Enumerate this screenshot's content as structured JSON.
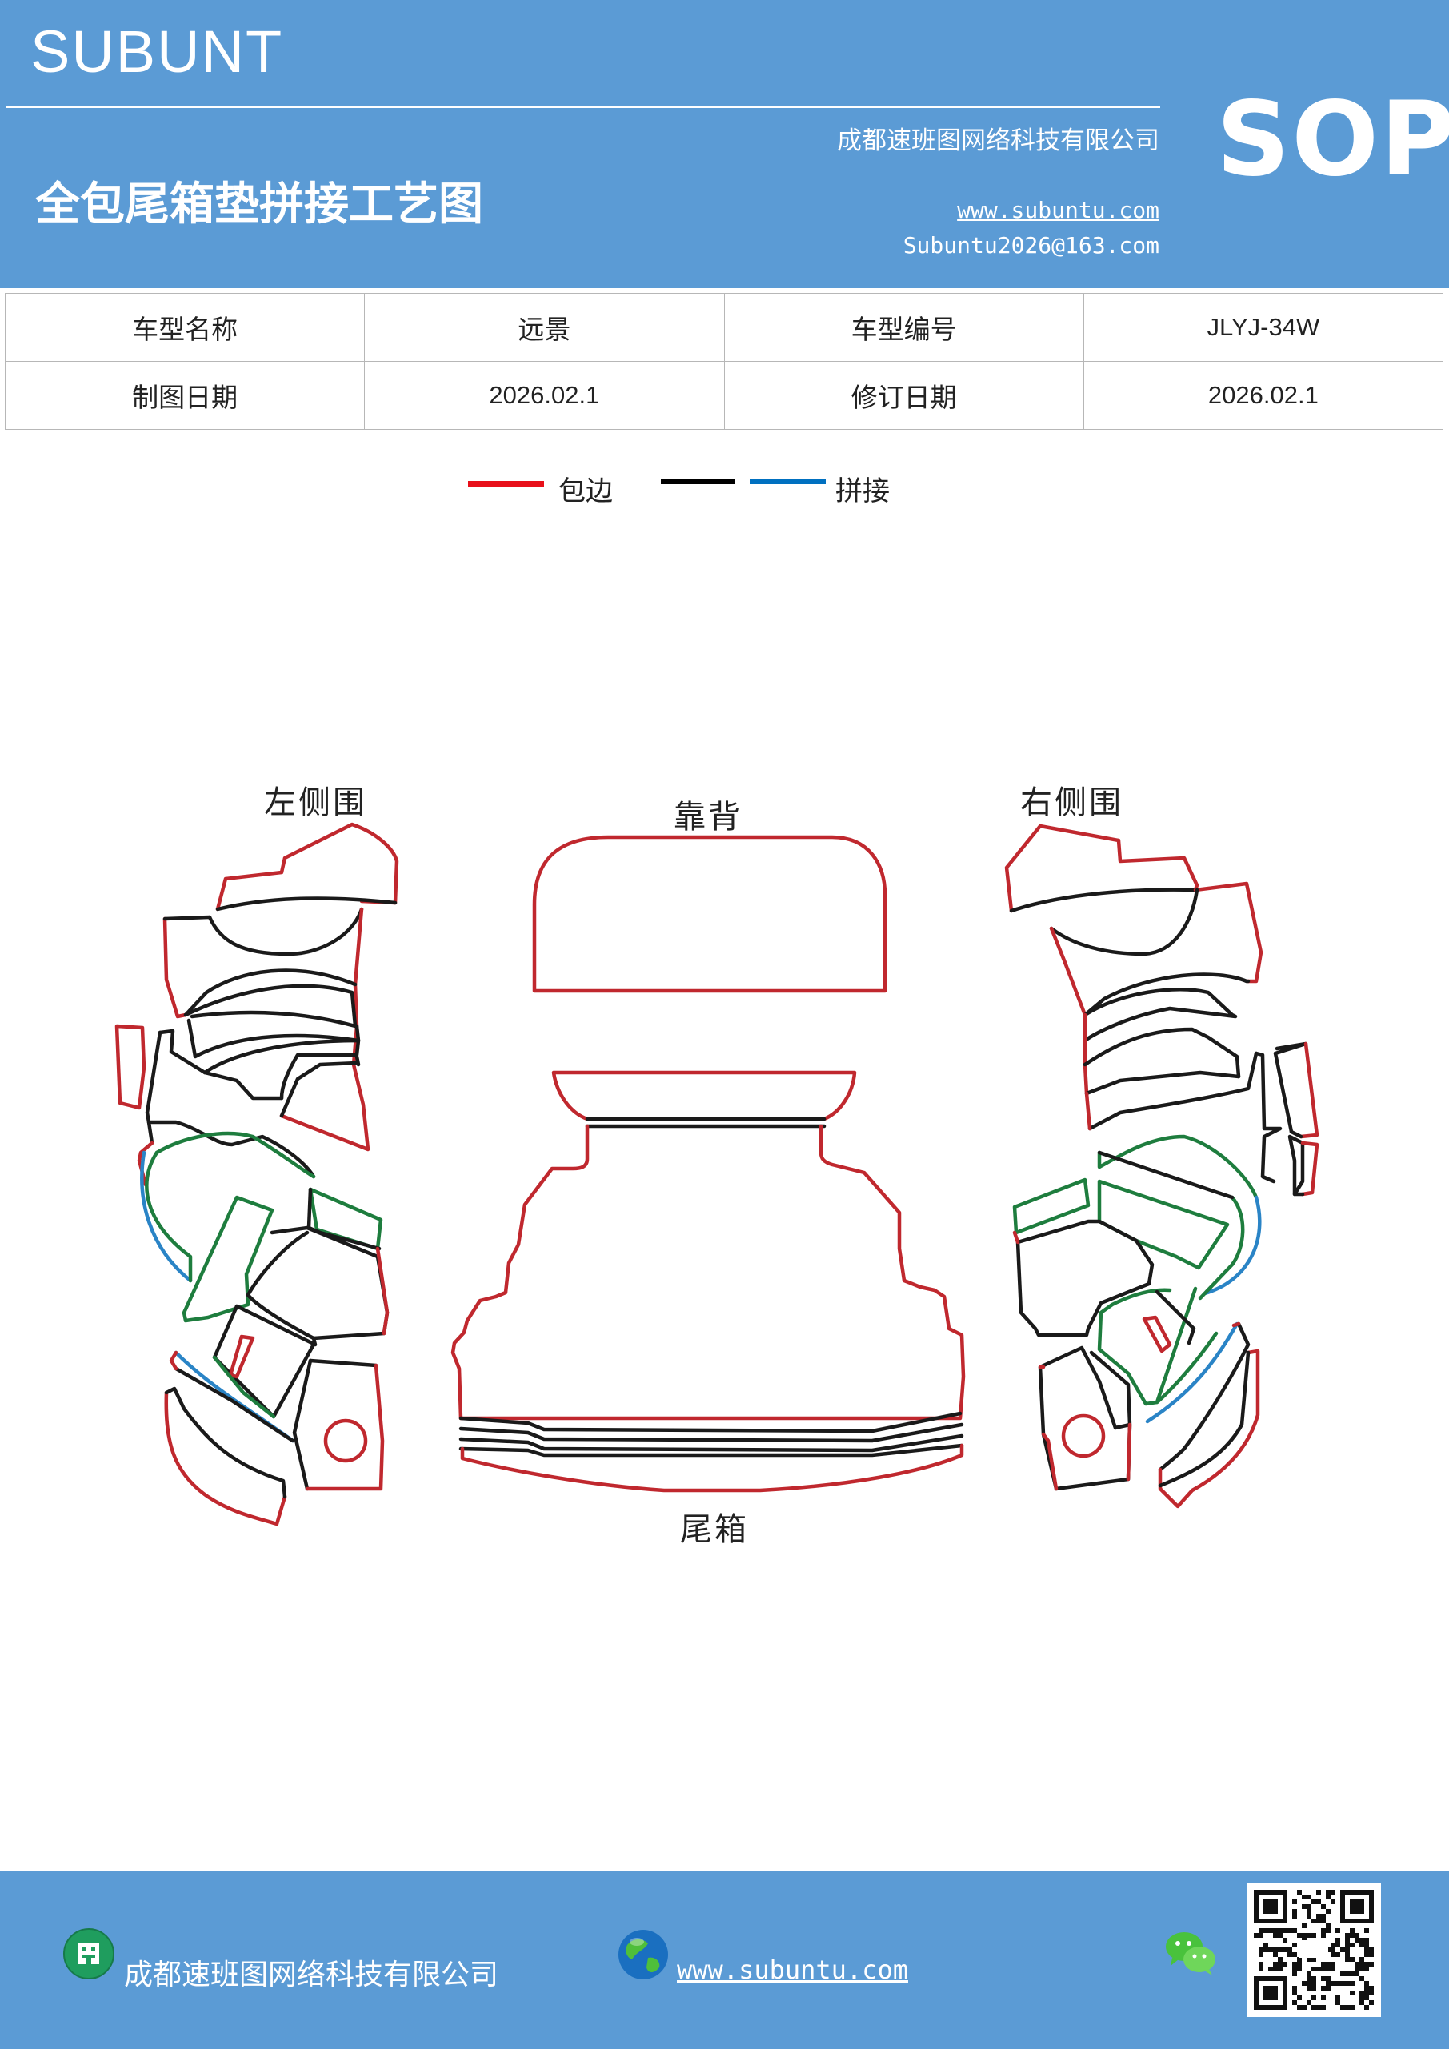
{
  "header": {
    "brand": "SUBUNT",
    "company": "成都速班图网络科技有限公司",
    "title": "全包尾箱垫拼接工艺图",
    "website": "www.subuntu.com",
    "email": "Subuntu2026@163.com",
    "badge": "SOP"
  },
  "info_table": {
    "rows": [
      [
        "车型名称",
        "远景",
        "车型编号",
        "JLYJ-34W"
      ],
      [
        "制图日期",
        "2026.02.1",
        "修订日期",
        "2026.02.1"
      ]
    ]
  },
  "legend": {
    "items": [
      {
        "label": "包边",
        "color": "#e8101a"
      },
      {
        "label": "",
        "color": "#000000"
      },
      {
        "label": "拼接",
        "color": "#0070c0"
      }
    ]
  },
  "diagram": {
    "labels": {
      "left_side": "左侧围",
      "backrest": "靠背",
      "right_side": "右侧围",
      "trunk": "尾箱"
    },
    "colors": {
      "edge": "#c0282e",
      "seam": "#1a1a1a",
      "splice_blue": "#2a84c6",
      "splice_green": "#1e7d3e"
    }
  },
  "footer": {
    "company": "成都速班图网络科技有限公司",
    "website": "www.subuntu.com",
    "icons": [
      "building-icon",
      "globe-icon",
      "wechat-icon",
      "qr-code"
    ]
  }
}
